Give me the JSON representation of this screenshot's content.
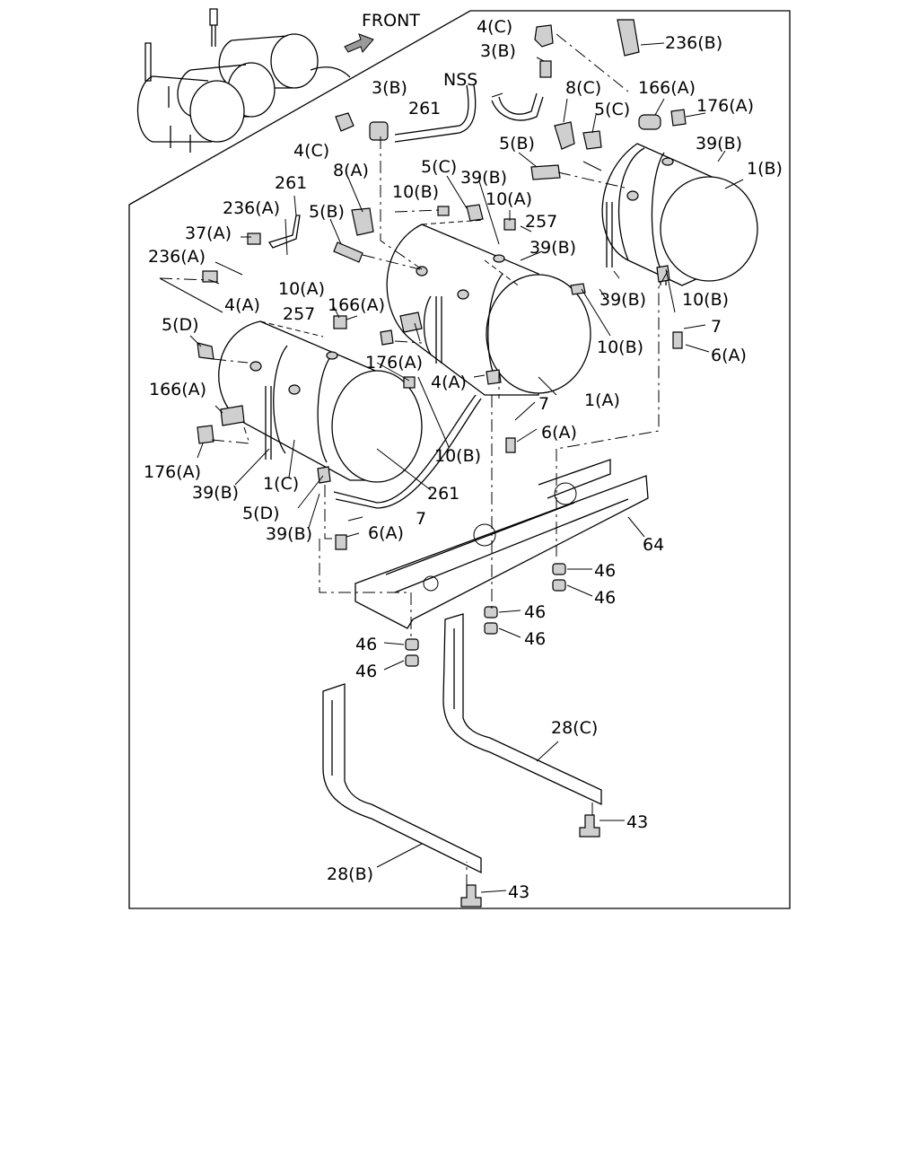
{
  "labels": {
    "front": "FRONT",
    "p4c_a": "4(C)",
    "p3b_a": "3(B)",
    "p236b": "236(B)",
    "nss": "NSS",
    "p3b_b": "3(B)",
    "p261_a": "261",
    "p8c": "8(C)",
    "p166a_a": "166(A)",
    "p176a_a": "176(A)",
    "p5c_a": "5(C)",
    "p4c_b": "4(C)",
    "p5b_a": "5(B)",
    "p39b_a": "39(B)",
    "p1b": "1(B)",
    "p5c_b": "5(C)",
    "p39b_b": "39(B)",
    "p8a": "8(A)",
    "p261_b": "261",
    "p10b_a": "10(B)",
    "p10a_a": "10(A)",
    "p236a_a": "236(A)",
    "p5b_b": "5(B)",
    "p257_a": "257",
    "p39b_c": "39(B)",
    "p37a": "37(A)",
    "p236a_b": "236(A)",
    "p4a_a": "4(A)",
    "p39b_d": "39(B)",
    "p10b_b": "10(B)",
    "p10a_b": "10(A)",
    "p166a_b": "166(A)",
    "p7_a": "7",
    "p257_b": "257",
    "p5d_a": "5(D)",
    "p6a_a": "6(A)",
    "p10b_c": "10(B)",
    "p176a_b": "176(A)",
    "p4a_b": "4(A)",
    "p1a": "1(A)",
    "p166a_c": "166(A)",
    "p7_b": "7",
    "p6a_b": "6(A)",
    "p176a_c": "176(A)",
    "p10b_d": "10(B)",
    "p39b_e": "39(B)",
    "p1c": "1(C)",
    "p261_c": "261",
    "p5d_b": "5(D)",
    "p7_c": "7",
    "p39b_f": "39(B)",
    "p6a_c": "6(A)",
    "p64": "64",
    "p46_a": "46",
    "p46_b": "46",
    "p46_c": "46",
    "p46_d": "46",
    "p46_e": "46",
    "p46_f": "46",
    "p28c": "28(C)",
    "p43_a": "43",
    "p28b": "28(B)",
    "p43_b": "43"
  }
}
